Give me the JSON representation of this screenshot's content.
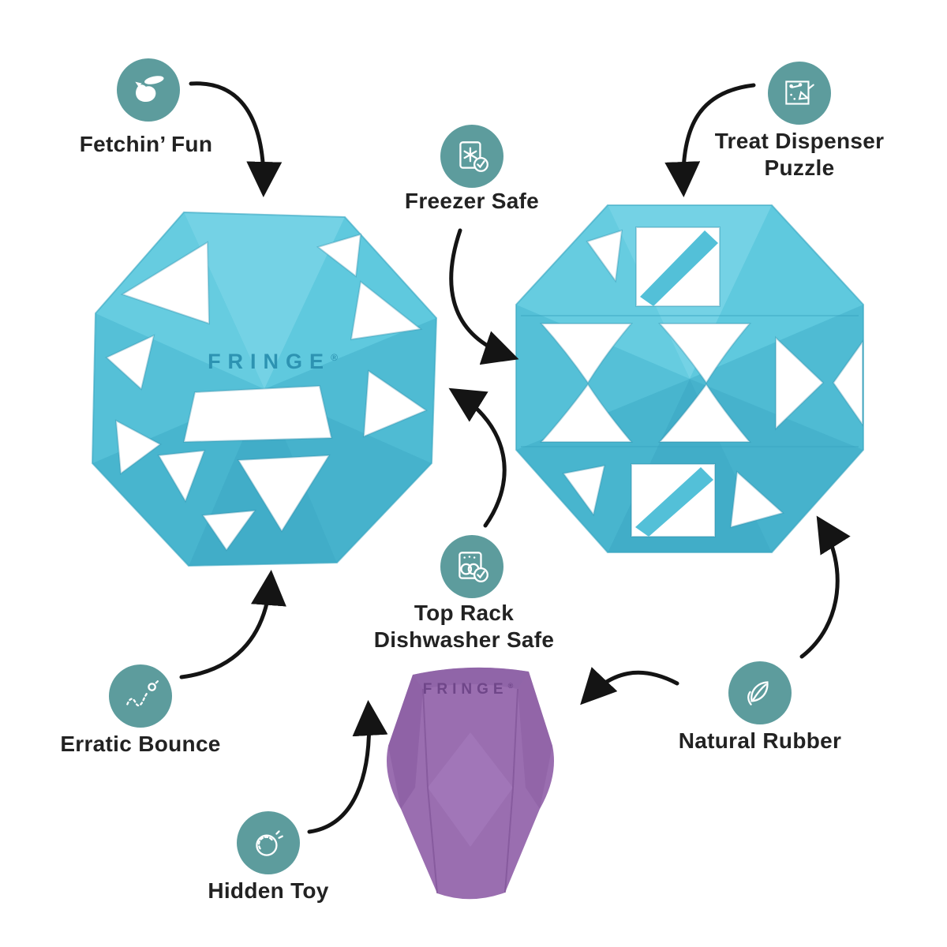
{
  "brand": {
    "name": "FRINGE",
    "registered": "®"
  },
  "colors": {
    "background": "#ffffff",
    "icon_circle": "#5d9c9d",
    "toy_blue": "#5ac5db",
    "toy_blue_dark": "#3aa6c2",
    "toy_purple": "#9a6eb0",
    "toy_purple_dark": "#7b4f93",
    "arrow": "#141414",
    "label_text": "#222222",
    "brand_text_blue": "#2d93b2",
    "brand_text_purple": "#6f4689"
  },
  "features": [
    {
      "id": "fetchin-fun",
      "label": "Fetchin’ Fun",
      "icon": "dog-catch-icon"
    },
    {
      "id": "freezer-safe",
      "label": "Freezer Safe",
      "icon": "freezer-icon"
    },
    {
      "id": "treat-dispenser-puzzle",
      "label": "Treat Dispenser Puzzle",
      "icon": "treats-box-icon"
    },
    {
      "id": "top-rack-dishwasher-safe",
      "label": "Top Rack Dishwasher Safe",
      "icon": "dishwasher-icon"
    },
    {
      "id": "erratic-bounce",
      "label": "Erratic Bounce",
      "icon": "bounce-path-icon"
    },
    {
      "id": "natural-rubber",
      "label": "Natural Rubber",
      "icon": "leaves-icon"
    },
    {
      "id": "hidden-toy",
      "label": "Hidden Toy",
      "icon": "ball-icon"
    }
  ],
  "products": [
    {
      "id": "blue-ball-left",
      "description": "blue geometric hollow ball with triangular cutouts",
      "brand_text": "FRINGE"
    },
    {
      "id": "blue-ball-right",
      "description": "blue geometric hollow ball with x-shaped cutouts"
    },
    {
      "id": "purple-toy",
      "description": "purple faceted rubber toy",
      "brand_text": "FRINGE"
    }
  ]
}
